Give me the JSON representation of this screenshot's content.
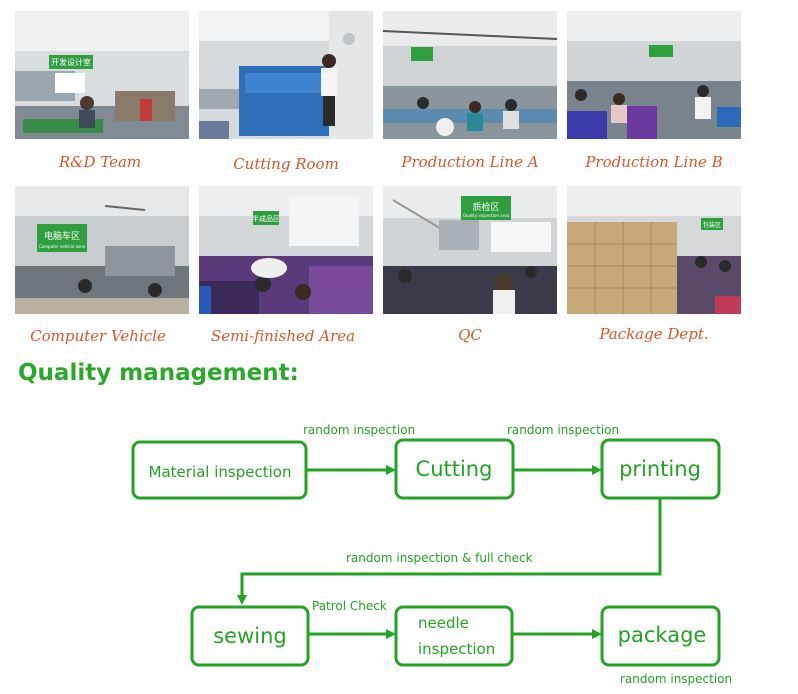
{
  "photos": [
    {
      "caption": "R&D Team",
      "sign": "开发设计室"
    },
    {
      "caption": "Cutting Room"
    },
    {
      "caption": "Production Line A",
      "sign": ""
    },
    {
      "caption": "Production Line B",
      "sign": ""
    },
    {
      "caption": "Computer Vehicle",
      "sign": "电脑车区",
      "sign_sub": "Computer vehicle zone"
    },
    {
      "caption": "Semi-finished Area",
      "sign": "半成品区"
    },
    {
      "caption": "QC",
      "sign": "质检区",
      "sign_sub": "Quality inspection area"
    },
    {
      "caption": "Package Dept.",
      "sign": "包装区"
    }
  ],
  "section_title": "Quality management:",
  "flow": {
    "material": "Material inspection",
    "cutting": "Cutting",
    "printing": "printing",
    "sewing": "sewing",
    "needle_line1": "needle",
    "needle_line2": "inspection",
    "package": "package",
    "note_random_1": "random inspection",
    "note_random_2": "random inspection",
    "note_full_check": "random inspection & full check",
    "note_patrol": "Patrol Check",
    "note_random_3": "random inspection"
  },
  "colors": {
    "caption": "#d9552a",
    "heading": "#2aa82a",
    "flow": "#23a323"
  }
}
